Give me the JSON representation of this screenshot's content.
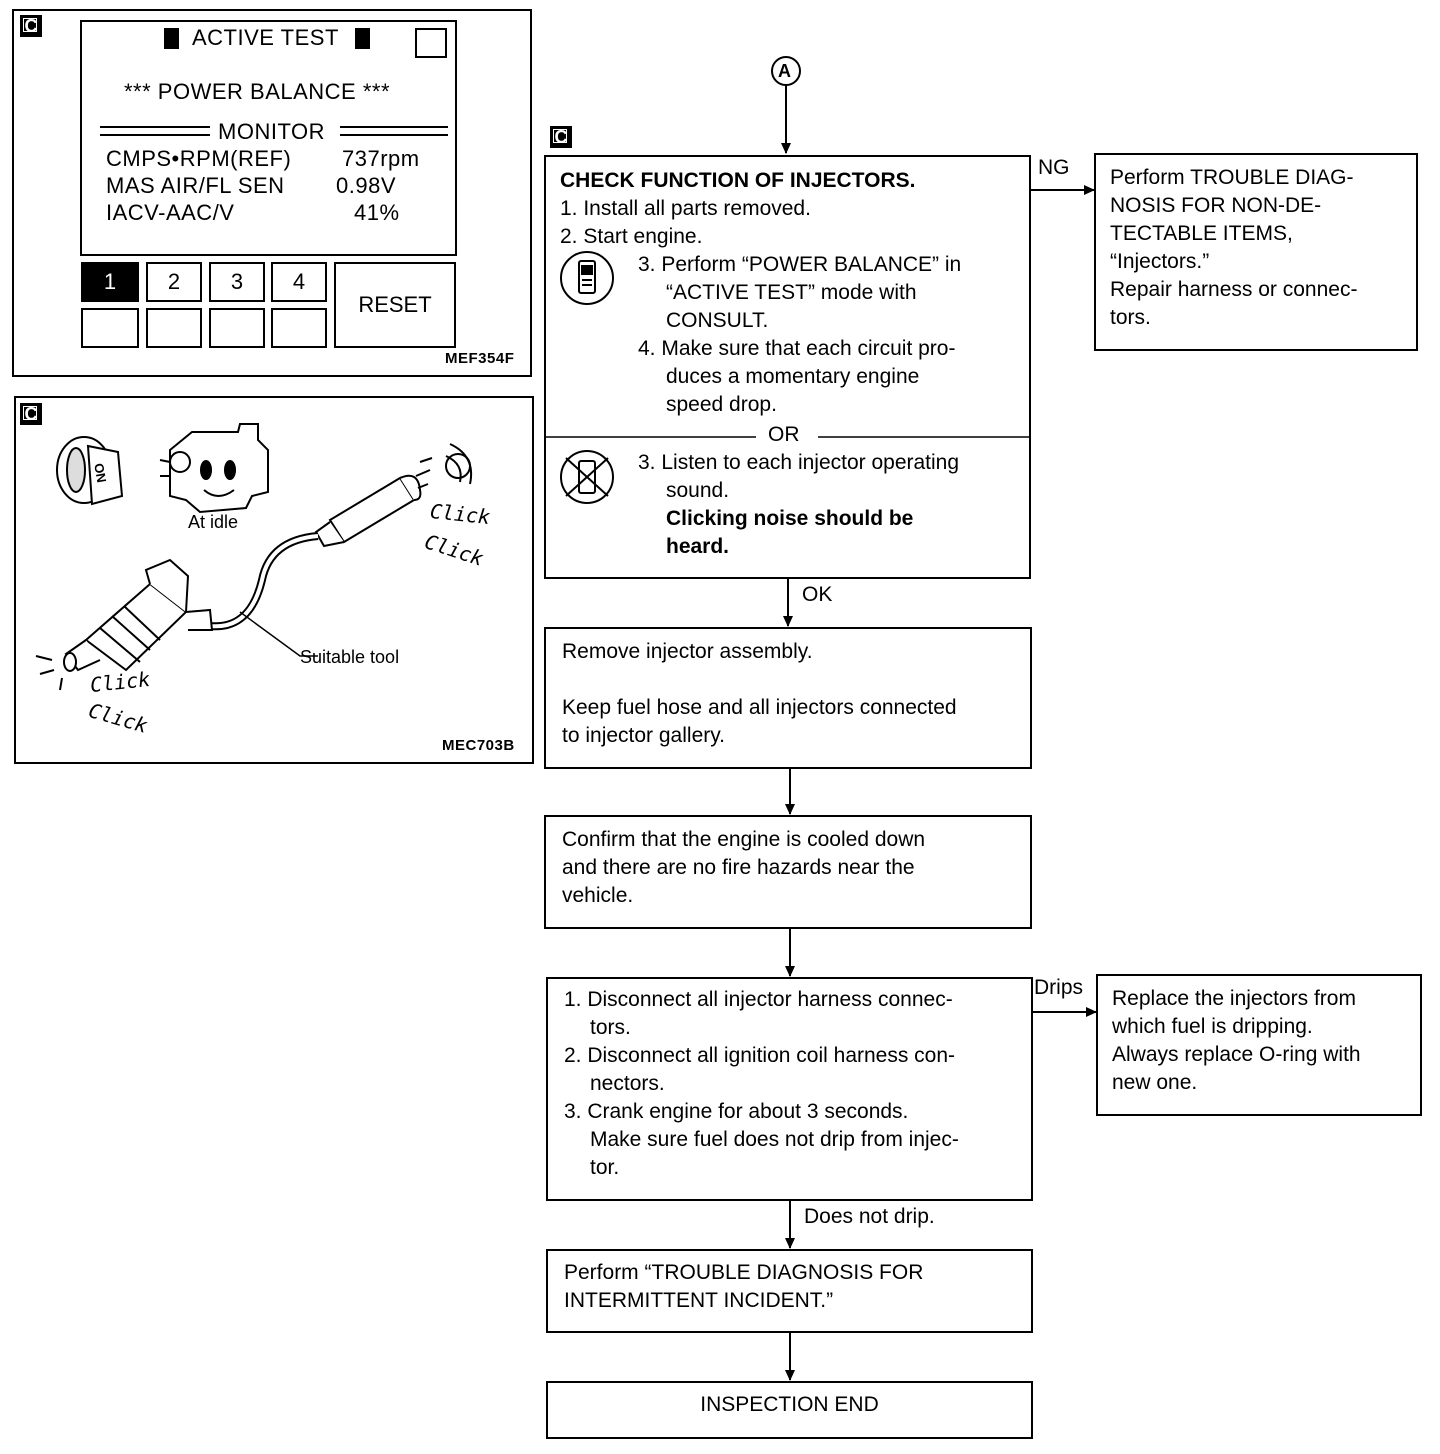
{
  "figure1": {
    "tag": "C",
    "screen_title": "ACTIVE TEST",
    "mode_title": "*** POWER BALANCE ***",
    "monitor_header": "MONITOR",
    "rows": [
      {
        "label": "CMPS•RPM(REF)",
        "value": "737rpm"
      },
      {
        "label": "MAS AIR/FL SEN",
        "value": "0.98V"
      },
      {
        "label": "IACV-AAC/V",
        "value": "41%"
      }
    ],
    "keys": [
      "1",
      "2",
      "3",
      "4"
    ],
    "reset_label": "RESET",
    "code": "MEF354F"
  },
  "figure2": {
    "tag": "C",
    "ignition_label": "ON",
    "idle_label": "At idle",
    "click_labels": [
      "Click",
      "Click",
      "Click",
      "Click"
    ],
    "tool_label": "Suitable tool",
    "code": "MEC703B"
  },
  "flow": {
    "connector": "A",
    "tag": "C",
    "check": {
      "title": "CHECK FUNCTION OF INJECTORS.",
      "lines": [
        "1. Install all parts removed.",
        "2. Start engine.",
        "3. Perform “POWER BALANCE” in",
        "“ACTIVE TEST” mode with",
        "CONSULT.",
        "4. Make sure that each circuit pro-",
        "duces a momentary engine",
        "speed drop."
      ],
      "or_label": "OR",
      "alt_lines": [
        "3. Listen to each injector operating",
        "sound."
      ],
      "alt_bold": [
        "Clicking noise should be",
        "heard."
      ]
    },
    "ng_label": "NG",
    "ng_box": [
      "Perform TROUBLE DIAG-",
      "NOSIS FOR NON-DE-",
      "TECTABLE ITEMS,",
      "“Injectors.”",
      "Repair harness or connec-",
      "tors."
    ],
    "ok_label": "OK",
    "remove_box": [
      "Remove injector assembly.",
      "",
      "Keep fuel hose and all injectors connected",
      "to injector gallery."
    ],
    "confirm_box": [
      "Confirm that the engine is cooled down",
      "and there are no fire hazards near the",
      "vehicle."
    ],
    "disconnect_box": [
      "1. Disconnect all injector harness connec-",
      "tors.",
      "2. Disconnect all ignition coil harness con-",
      "nectors.",
      "3. Crank engine for about 3 seconds.",
      "Make sure fuel does not drip from injec-",
      "tor."
    ],
    "drips_label": "Drips",
    "replace_box": [
      "Replace the injectors from",
      "which fuel is dripping.",
      "Always replace O-ring with",
      "new one."
    ],
    "no_drip_label": "Does not drip.",
    "intermittent_box": [
      "Perform “TROUBLE DIAGNOSIS FOR",
      "INTERMITTENT INCIDENT.”"
    ],
    "end_label": "INSPECTION END"
  }
}
